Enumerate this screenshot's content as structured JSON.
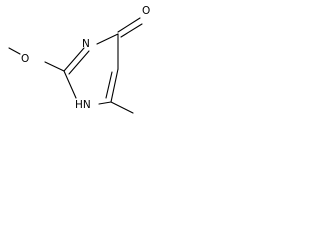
{
  "molecule": {
    "atoms": {
      "carbonyl_oxygen": "O",
      "ring_nitrogen_top": "N",
      "methoxy_oxygen": "O",
      "ring_nitrogen_bottom": "HN"
    }
  }
}
